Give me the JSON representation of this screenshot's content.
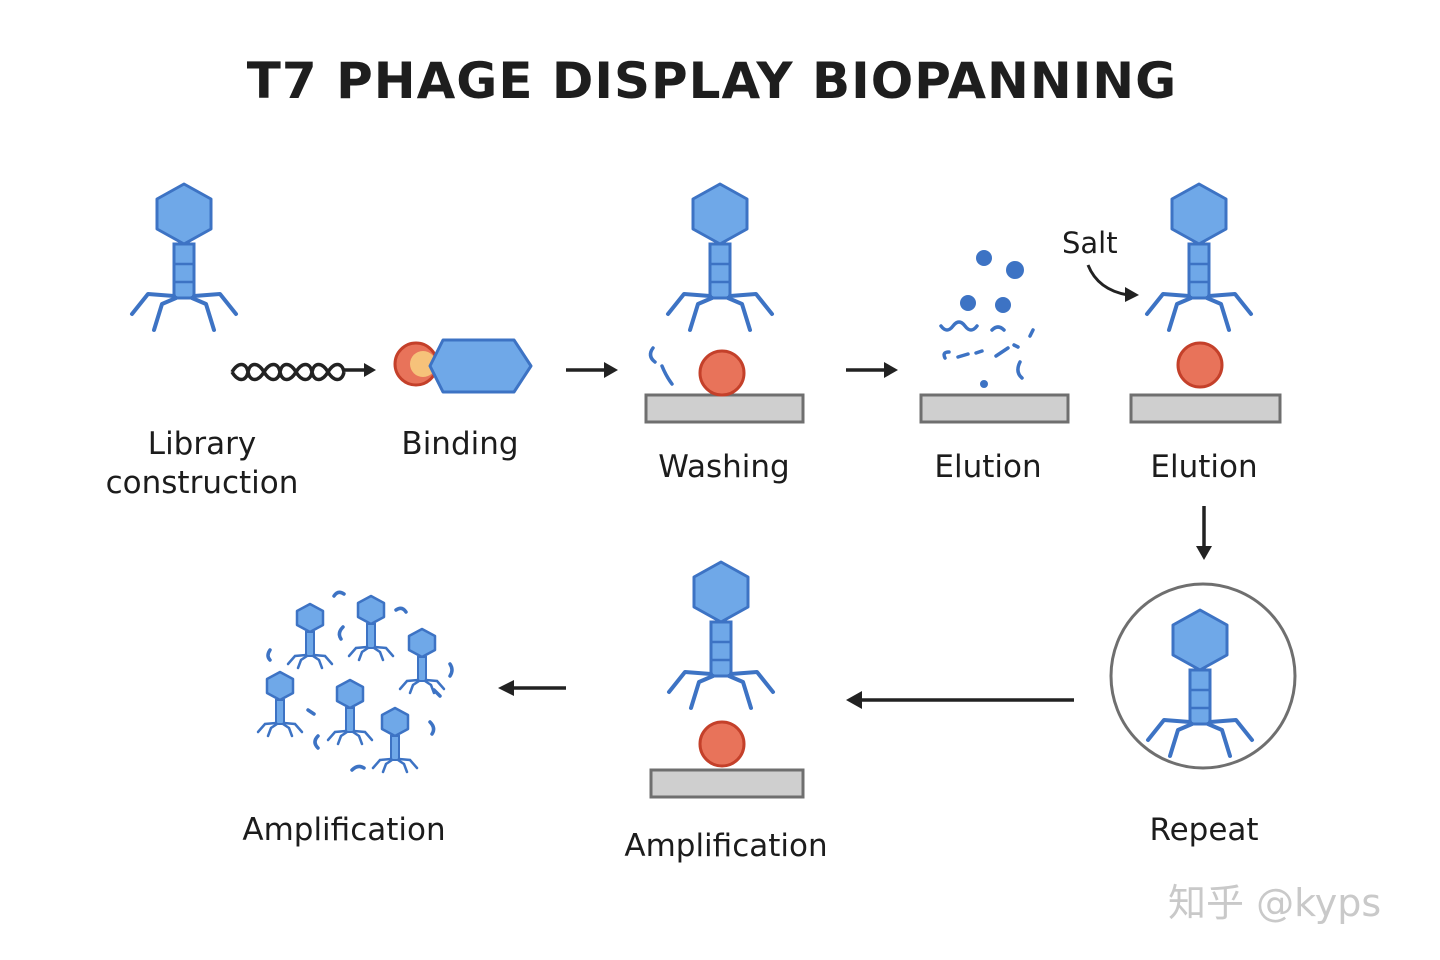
{
  "title": "T7 PHAGE DISPLAY BIOPANNING",
  "steps": {
    "library": {
      "line1": "Library",
      "line2": "construction"
    },
    "binding": "Binding",
    "washing": "Washing",
    "elution1": "Elution",
    "elution2": "Elution",
    "repeat": "Repeat",
    "amplification_plate": "Amplification",
    "amplification_pool": "Amplification"
  },
  "annotation": {
    "salt": "Salt"
  },
  "watermark": "知乎 @kyps",
  "colors": {
    "phage_fill": "#6fa8e8",
    "phage_stroke": "#3d73c4",
    "target_fill": "#e8735a",
    "target_stroke": "#c4402a",
    "plate_fill": "#cfcfcf",
    "plate_stroke": "#6f6f6f",
    "arrow": "#222222"
  }
}
